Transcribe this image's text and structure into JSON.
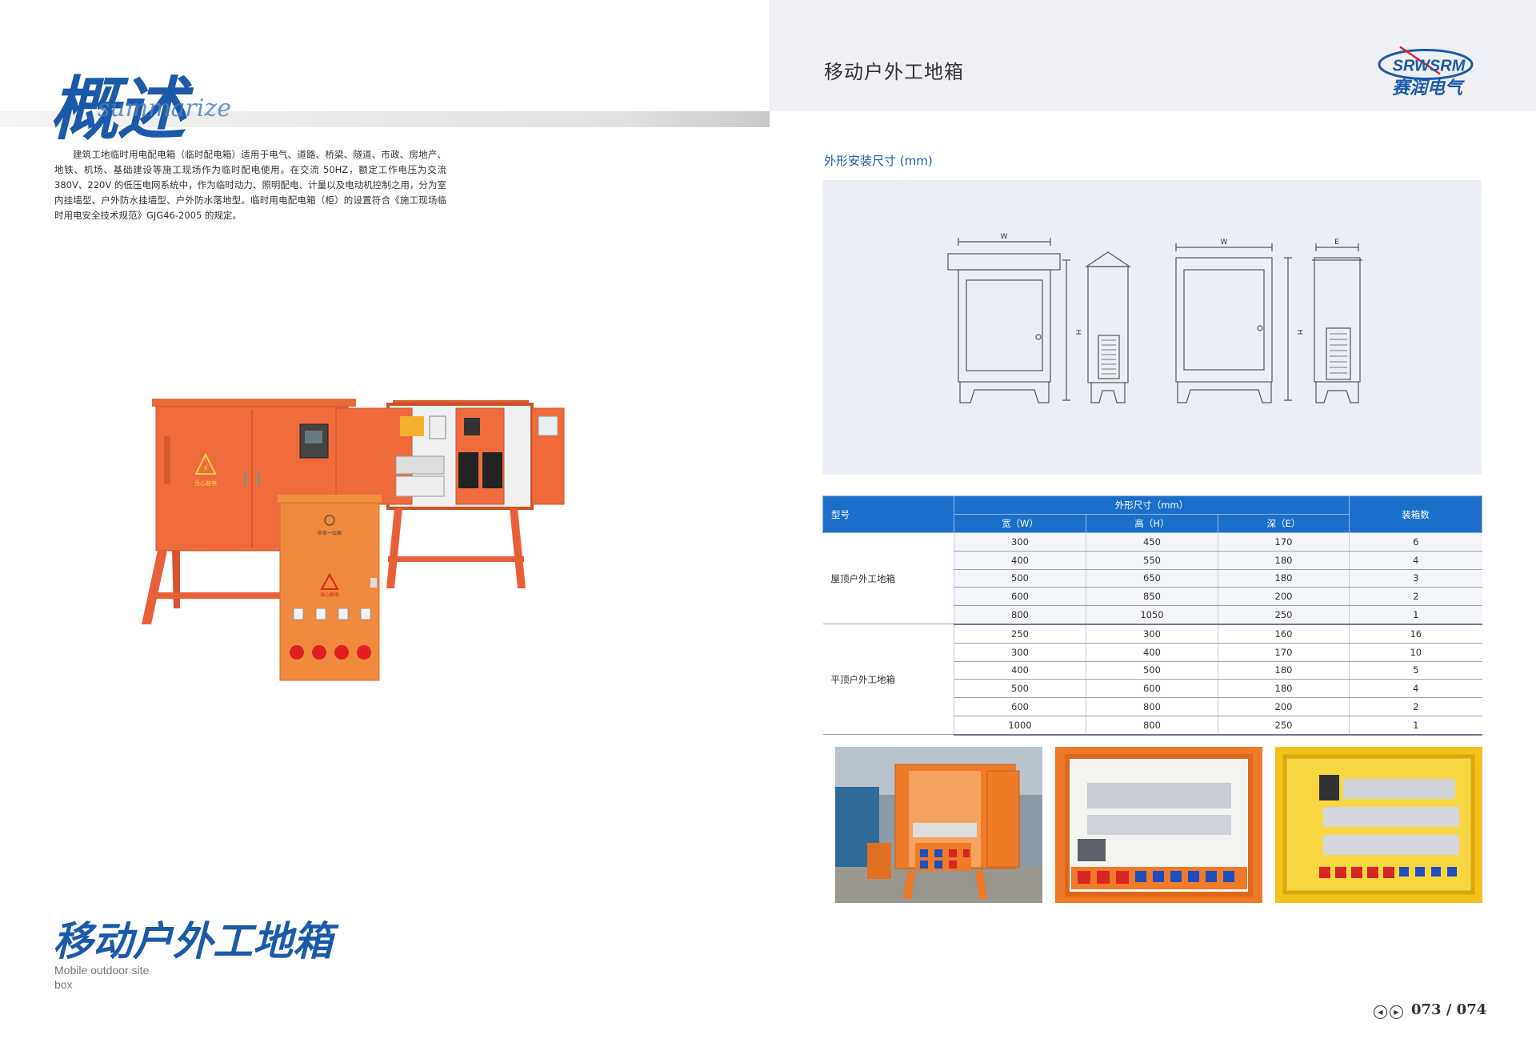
{
  "left_page": {
    "heading": "概述",
    "heading_script": "summarize",
    "intro": "建筑工地临时用电配电箱（临时配电箱）适用于电气、道路、桥梁、隧道、市政、房地产、地铁、机场、基础建设等施工现场作为临时配电使用。在交流 50HZ，额定工作电压为交流 380V、220V 的低压电网系统中，作为临时动力、照明配电、计量以及电动机控制之用，分为室内挂墙型、户外防水挂墙型、户外防水落地型。临时用电配电箱（柜）的设置符合《施工现场临时用电安全技术规范》GJG46-2005 的规定。",
    "product_title": "移动户外工地箱",
    "product_title_en": "Mobile outdoor site box",
    "cabinet_labels": {
      "warning_text": "当心触电",
      "panel_text": "中支一公局"
    }
  },
  "right_page": {
    "header_title": "移动户外工地箱",
    "logo_text": "SRWSRM",
    "logo_cn": "赛润电气",
    "section_label": "外形安装尺寸 (mm)",
    "diagram_labels": {
      "w": "W",
      "h": "H",
      "e": "E"
    },
    "table": {
      "col_model": "型号",
      "col_dims": "外形尺寸（mm）",
      "col_width": "宽（W）",
      "col_height": "高（H）",
      "col_depth": "深（E）",
      "col_qty": "装箱数",
      "groups": [
        {
          "name": "屋顶户外工地箱",
          "rows": [
            [
              "300",
              "450",
              "170",
              "6"
            ],
            [
              "400",
              "550",
              "180",
              "4"
            ],
            [
              "500",
              "650",
              "180",
              "3"
            ],
            [
              "600",
              "850",
              "200",
              "2"
            ],
            [
              "800",
              "1050",
              "250",
              "1"
            ]
          ]
        },
        {
          "name": "平顶户外工地箱",
          "rows": [
            [
              "250",
              "300",
              "160",
              "16"
            ],
            [
              "300",
              "400",
              "170",
              "10"
            ],
            [
              "400",
              "500",
              "180",
              "5"
            ],
            [
              "500",
              "600",
              "180",
              "4"
            ],
            [
              "600",
              "800",
              "200",
              "2"
            ],
            [
              "1000",
              "800",
              "250",
              "1"
            ]
          ]
        }
      ]
    },
    "page_number": "073 / 074"
  },
  "colors": {
    "brand_blue": "#1a5aa8",
    "table_header": "#1b6fc8",
    "cabinet_orange": "#ee6a3a",
    "cabinet_light_orange": "#f08a3e",
    "header_band": "#eef0f6"
  },
  "icons": [
    "warning-triangle-icon",
    "prev-page-icon",
    "next-page-icon",
    "logo-swoosh-icon"
  ]
}
